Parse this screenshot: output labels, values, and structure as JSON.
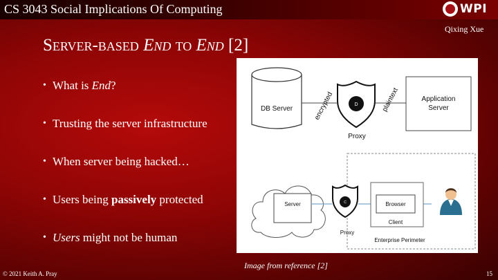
{
  "header": {
    "course_title": "CS 3043 Social Implications Of Computing",
    "logo_text": "WPI",
    "author": "Qixing Xue"
  },
  "slide": {
    "title_parts": [
      "Server-based ",
      "End",
      " to ",
      "End",
      " [2]"
    ],
    "bullets": [
      {
        "parts": [
          {
            "t": "What is ",
            "s": "normal"
          },
          {
            "t": "End",
            "s": "italic"
          },
          {
            "t": "?",
            "s": "normal"
          }
        ]
      },
      {
        "parts": [
          {
            "t": "Trusting the server infrastructure",
            "s": "normal"
          }
        ]
      },
      {
        "parts": [
          {
            "t": "When server being hacked…",
            "s": "normal"
          }
        ]
      },
      {
        "parts": [
          {
            "t": "Users being ",
            "s": "normal"
          },
          {
            "t": "passively",
            "s": "bold"
          },
          {
            "t": " protected",
            "s": "normal"
          }
        ]
      },
      {
        "parts": [
          {
            "t": "Users",
            "s": "italic"
          },
          {
            "t": " might not be human",
            "s": "normal"
          }
        ]
      }
    ],
    "caption": "Image from reference [2]"
  },
  "diagram": {
    "db_server": "DB Server",
    "encrypted": "encrypted",
    "plaintext": "plaintext",
    "proxy_top_badge": "D",
    "proxy_top": "Proxy",
    "app_server_line1": "Application",
    "app_server_line2": "Server",
    "cloud_server": "Server",
    "proxy_bottom_badge": "C",
    "proxy_bottom": "Proxy",
    "browser": "Browser",
    "client": "Client",
    "perimeter": "Enterprise Perimeter"
  },
  "footer": {
    "copyright": "© 2021 Keith A. Pray",
    "page": "15"
  },
  "colors": {
    "accent_red": "#a50f15",
    "user_head": "#f0c090",
    "user_body": "#2a6f8f"
  }
}
